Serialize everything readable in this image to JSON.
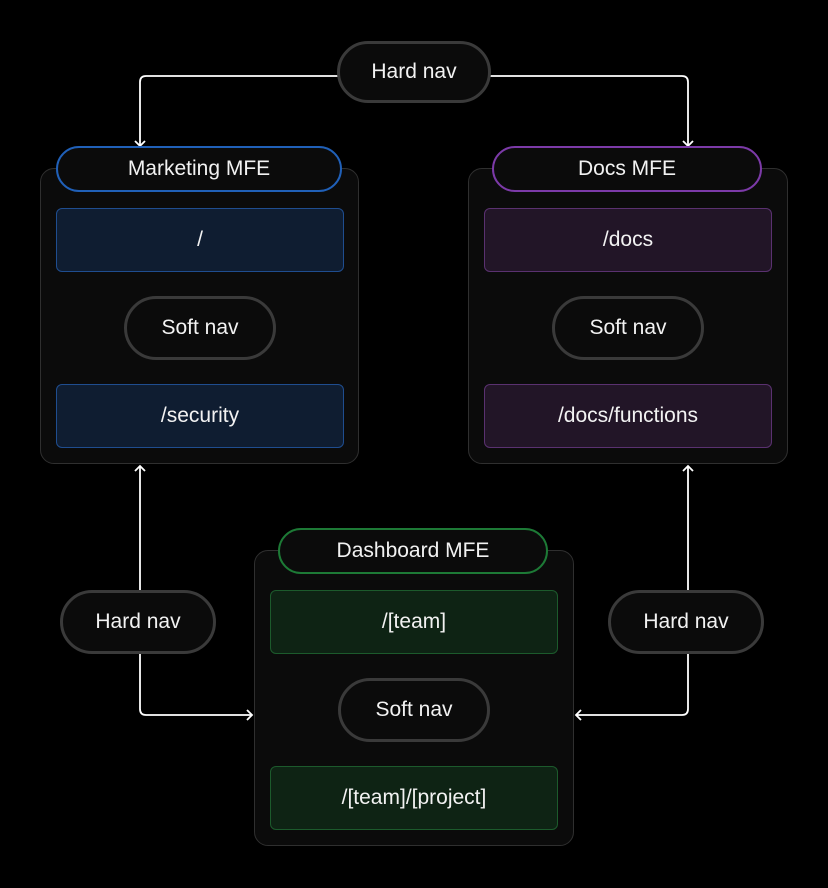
{
  "hard_nav_label": "Hard nav",
  "soft_nav_label": "Soft nav",
  "marketing": {
    "title": "Marketing MFE",
    "routes": [
      "/",
      "/security"
    ]
  },
  "docs": {
    "title": "Docs MFE",
    "routes": [
      "/docs",
      "/docs/functions"
    ]
  },
  "dashboard": {
    "title": "Dashboard MFE",
    "routes": [
      "/[team]",
      "/[team]/[project]"
    ]
  },
  "colors": {
    "marketing": "#2060b8",
    "docs": "#7c3aa8",
    "dashboard": "#1d7a36"
  }
}
